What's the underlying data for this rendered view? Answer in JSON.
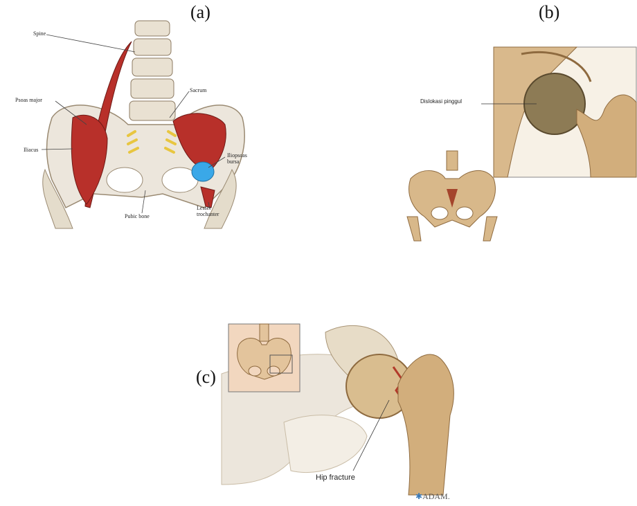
{
  "panels": {
    "a": {
      "label": "(a)",
      "annotations": {
        "spine": "Spine",
        "psoas_major": "Psoas major",
        "iliacus": "Iliacus",
        "sacrum": "Sacrum",
        "iliopsoas_bursa": "Iliopsoas bursa",
        "pubic_bone": "Pubic bone",
        "lesser_trochanter": "Lesser trochanter"
      }
    },
    "b": {
      "label": "(b)",
      "annotations": {
        "dislocation": "Dislokasi pinggul"
      }
    },
    "c": {
      "label": "(c)",
      "annotations": {
        "hip_fracture": "Hip fracture"
      },
      "watermark": "ADAM."
    }
  },
  "colors": {
    "bone": "#d8b88a",
    "bone_dark": "#a97d4c",
    "muscle": "#b8302a",
    "nerve": "#e8c640",
    "bursa": "#3aa8e8",
    "pelvis_soft": "#ece6dc"
  }
}
